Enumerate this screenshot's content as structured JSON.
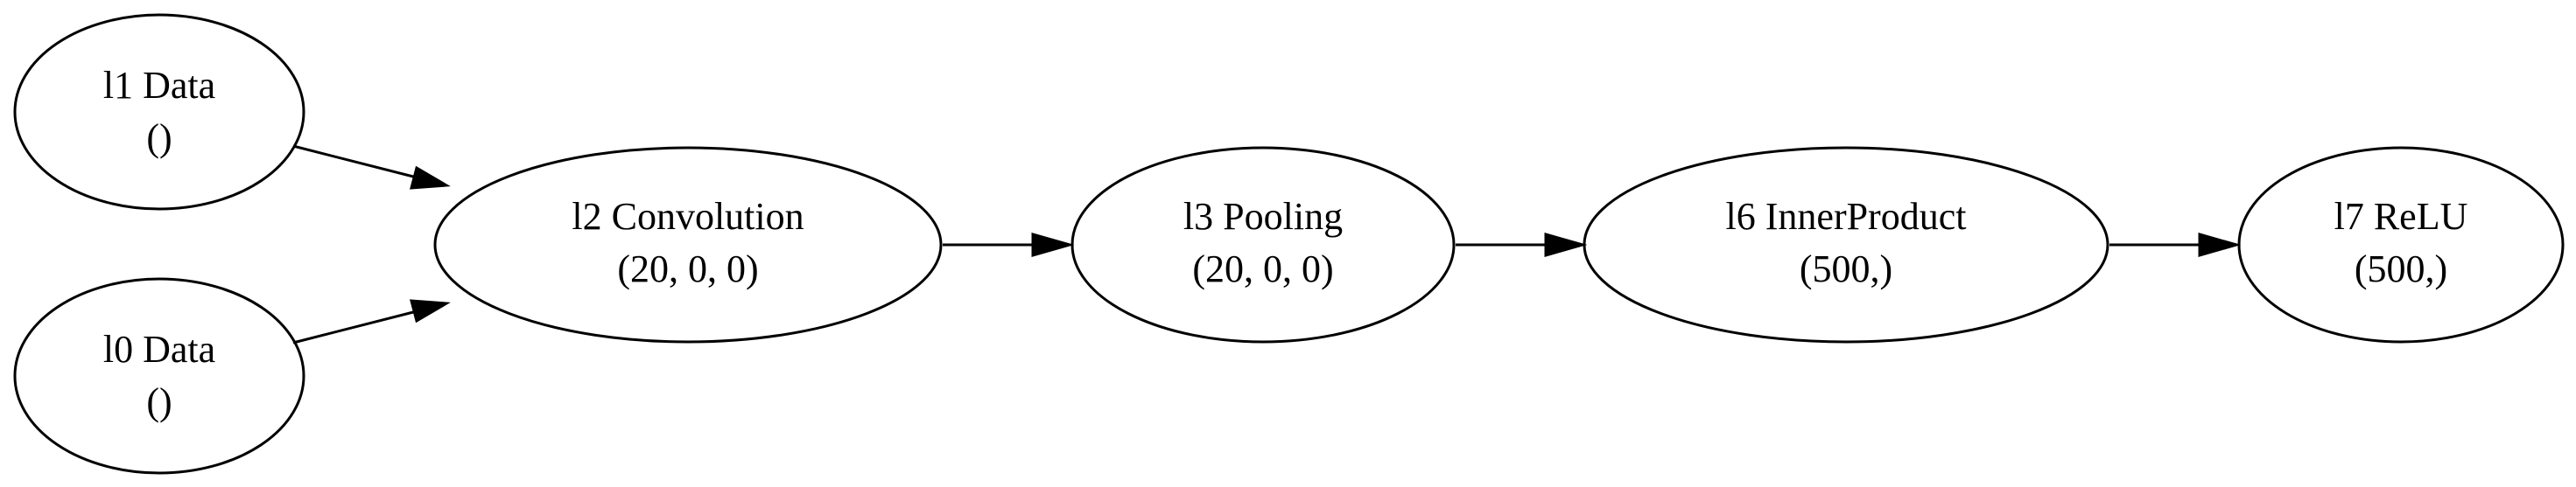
{
  "diagram": {
    "type": "directed-graph",
    "colors": {
      "stroke": "#000000",
      "text": "#000000",
      "background": "#ffffff"
    },
    "nodes": {
      "l1": {
        "id": "l1",
        "title": "l1 Data",
        "shape": "()"
      },
      "l0": {
        "id": "l0",
        "title": "l0 Data",
        "shape": "()"
      },
      "l2": {
        "id": "l2",
        "title": "l2 Convolution",
        "shape": "(20, 0, 0)"
      },
      "l3": {
        "id": "l3",
        "title": "l3 Pooling",
        "shape": "(20, 0, 0)"
      },
      "l6": {
        "id": "l6",
        "title": "l6 InnerProduct",
        "shape": "(500,)"
      },
      "l7": {
        "id": "l7",
        "title": "l7 ReLU",
        "shape": "(500,)"
      }
    },
    "edges": [
      {
        "from": "l1",
        "to": "l2"
      },
      {
        "from": "l0",
        "to": "l2"
      },
      {
        "from": "l2",
        "to": "l3"
      },
      {
        "from": "l3",
        "to": "l6"
      },
      {
        "from": "l6",
        "to": "l7"
      }
    ]
  }
}
